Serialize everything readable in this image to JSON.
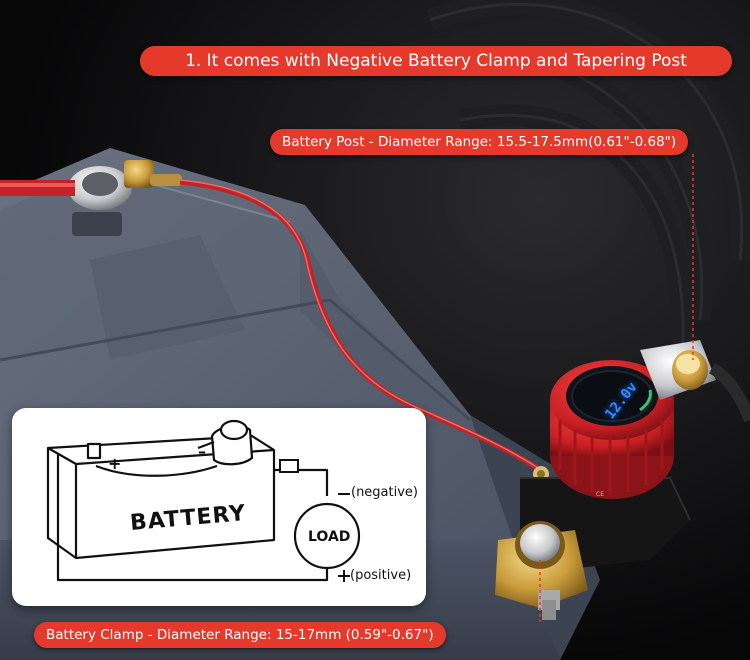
{
  "banner": {
    "text": "1. It comes with Negative Battery Clamp and Tapering Post"
  },
  "callouts": {
    "post": "Battery Post - Diameter Range: 15.5-17.5mm(0.61\"-0.68\")",
    "clamp": "Battery Clamp - Diameter Range: 15-17mm  (0.59\"-0.67\")"
  },
  "diagram": {
    "battery": "BATTERY",
    "load": "LOAD",
    "negative": "(negative)",
    "positive": "(positive)",
    "plus_sign": "+",
    "minus_sign": "–"
  },
  "switch": {
    "voltage": "12.0v"
  },
  "colors": {
    "accent": "#e53a2b",
    "battery_body": "#4a5160",
    "knob": "#d8262b",
    "display": "#2f8dff"
  }
}
